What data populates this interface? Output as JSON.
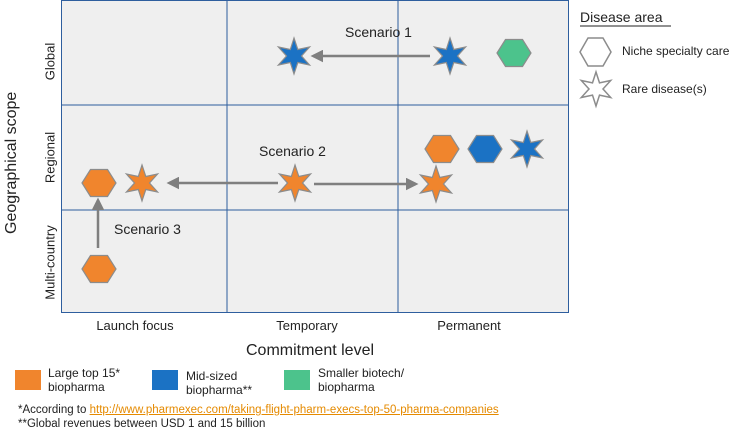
{
  "diagram": {
    "y_axis_title": "Geographical scope",
    "x_axis_title": "Commitment level",
    "rows": [
      "Global",
      "Regional",
      "Multi-country"
    ],
    "columns": [
      "Launch focus",
      "Temporary",
      "Permanent"
    ],
    "scenarios": [
      {
        "label": "Scenario 1"
      },
      {
        "label": "Scenario 2"
      },
      {
        "label": "Scenario 3"
      }
    ],
    "markers": [
      {
        "shape": "star",
        "company": "mid-sized",
        "row": "Global",
        "column": "Temporary"
      },
      {
        "shape": "star",
        "company": "mid-sized",
        "row": "Global",
        "column": "Permanent"
      },
      {
        "shape": "hexagon",
        "company": "smaller-biotech",
        "row": "Global",
        "column": "Permanent"
      },
      {
        "shape": "hexagon",
        "company": "large-top-15",
        "row": "Regional",
        "column": "Permanent"
      },
      {
        "shape": "hexagon",
        "company": "mid-sized",
        "row": "Regional",
        "column": "Permanent"
      },
      {
        "shape": "star",
        "company": "mid-sized",
        "row": "Regional",
        "column": "Permanent"
      },
      {
        "shape": "star",
        "company": "large-top-15",
        "row": "Regional",
        "column": "Permanent"
      },
      {
        "shape": "star",
        "company": "large-top-15",
        "row": "Regional",
        "column": "Temporary"
      },
      {
        "shape": "hexagon",
        "company": "large-top-15",
        "row": "Regional",
        "column": "Launch focus"
      },
      {
        "shape": "star",
        "company": "large-top-15",
        "row": "Regional",
        "column": "Launch focus"
      },
      {
        "shape": "hexagon",
        "company": "large-top-15",
        "row": "Multi-country",
        "column": "Launch focus"
      }
    ]
  },
  "disease_legend": {
    "title": "Disease area",
    "items": [
      {
        "shape": "hexagon",
        "label": "Niche specialty care"
      },
      {
        "shape": "star",
        "label": "Rare disease(s)"
      }
    ]
  },
  "company_legend": {
    "items": [
      {
        "line1": "Large top 15*",
        "line2": "biopharma",
        "color": "#f0852d"
      },
      {
        "line1": "Mid-sized",
        "line2": "biopharma**",
        "color": "#1b72c4"
      },
      {
        "line1": "Smaller biotech/",
        "line2": "biopharma",
        "color": "#4cc38c"
      }
    ]
  },
  "colors": {
    "large-top-15": "#f0852d",
    "mid-sized": "#1b72c4",
    "smaller-biotech": "#4cc38c",
    "grid_fill": "#efefef",
    "grid_line": "#2e5e9e",
    "arrow": "#7f7f7f"
  },
  "footnotes": {
    "note1_prefix": "*According to ",
    "note1_link": "http://www.pharmexec.com/taking-flight-pharm-execs-top-50-pharma-companies",
    "note2": "**Global revenues between USD 1 and 15 billion"
  }
}
